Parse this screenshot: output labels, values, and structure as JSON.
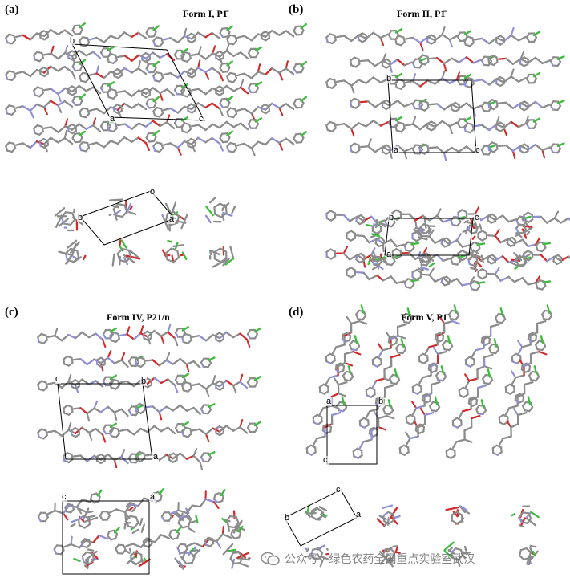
{
  "panels": [
    {
      "id": "a",
      "label": "(a)",
      "title": "Form I, P1̄",
      "upper_axes": [
        {
          "text": "b"
        },
        {
          "text": "a"
        },
        {
          "text": "c"
        }
      ],
      "lower_axes": [
        {
          "text": "o"
        },
        {
          "text": "b"
        },
        {
          "text": "a"
        }
      ]
    },
    {
      "id": "b",
      "label": "(b)",
      "title": "Form II, P1̄",
      "upper_axes": [
        {
          "text": "b"
        },
        {
          "text": "a"
        },
        {
          "text": "c"
        }
      ],
      "lower_axes": [
        {
          "text": "b"
        },
        {
          "text": "c"
        },
        {
          "text": "a"
        }
      ]
    },
    {
      "id": "c",
      "label": "(c)",
      "title": "Form IV, P21/n",
      "upper_axes": [
        {
          "text": "c"
        },
        {
          "text": "b"
        },
        {
          "text": "a"
        }
      ],
      "lower_axes": [
        {
          "text": "c"
        },
        {
          "text": "a"
        }
      ]
    },
    {
      "id": "d",
      "label": "(d)",
      "title": "Form V, P1̄",
      "upper_axes": [
        {
          "text": "a"
        },
        {
          "text": "b"
        },
        {
          "text": "c"
        }
      ],
      "lower_axes": [
        {
          "text": "c"
        },
        {
          "text": "a"
        },
        {
          "text": "b"
        }
      ]
    }
  ],
  "watermark": {
    "text": "公众号 · 绿色农药全国重点实验室武汉"
  },
  "colors": {
    "carbon": "#8c8c8c",
    "nitrogen": "#8f8fd6",
    "oxygen": "#d42a2a",
    "chlorine": "#3dbd3d",
    "cell": "#000000"
  }
}
